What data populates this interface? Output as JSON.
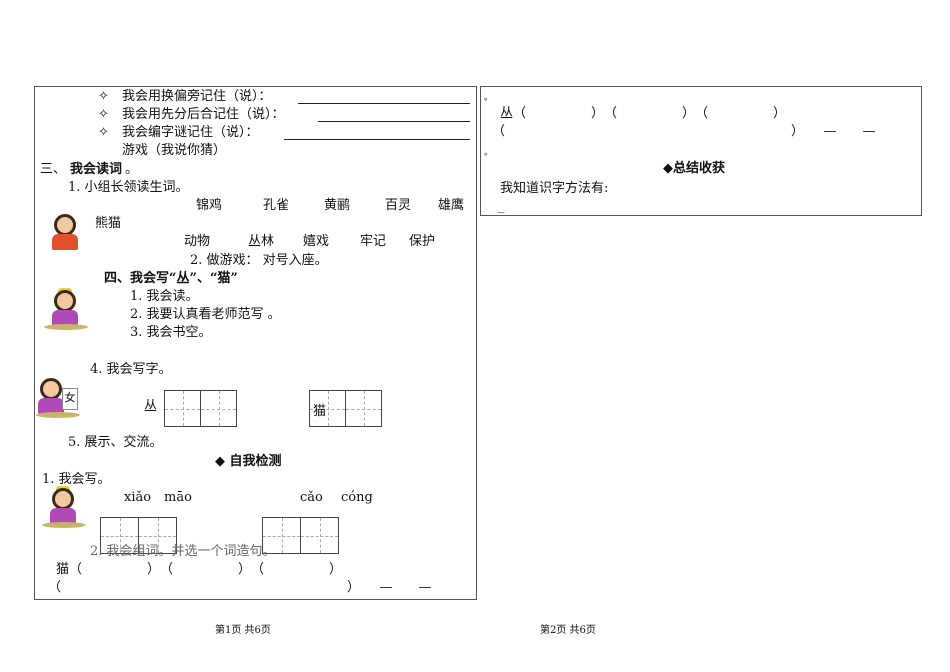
{
  "page1": {
    "bullets": [
      "我会用换偏旁记住（说）：",
      "我会用先分后合记住（说）：",
      "我会编字谜记住（说）："
    ],
    "bullet_icon": "✧",
    "game": "游戏（我说你猜）",
    "sec3_num": "三、",
    "sec3_title": "我会读词",
    "sec3_end": "。",
    "sec3_item1": "1. 小组长领读生词。",
    "words_row1": [
      "锦鸡",
      "孔雀",
      "黄鹂",
      "百灵",
      "雄鹰"
    ],
    "words_row1_wrap": "熊猫",
    "words_row2": [
      "动物",
      "丛林",
      "嬉戏",
      "牢记",
      "保护"
    ],
    "sec3_item2": "2. 做游戏：  对号入座。",
    "sec4_title": "四、我会写“丛”、“猫”",
    "sec4_items": [
      "1. 我会读。",
      "2. 我要认真看老师范写 。",
      "3.  我会书空。",
      "4. 我会写字。"
    ],
    "write_chars": [
      "丛",
      "猫"
    ],
    "card_char": "女",
    "sec4_item5": "5. 展示、交流。",
    "self_check": "◆  自我检测",
    "check1": "1.  我会写。",
    "pinyin": [
      "xiǎo",
      "māo",
      "cǎo",
      "cóng"
    ],
    "check2": "2.  我会组词。并选一个词造句。",
    "mao_words": "猫（　　　　　）　（　　　　　）　（　　　　　）",
    "sentence_line": "（　　　　　　　　　　　　　　　　　　　　　　）　　—　　—"
  },
  "page2": {
    "dot": "。",
    "cong_words": "丛（　　　　　）　（　　　　　）　（　　　　　）",
    "sentence_line": "（　　　　　　　　　　　　　　　　　　　　　　）　　—　　—",
    "summary_title": "◆总结收获",
    "summary_text": "我知道识字方法有:",
    "underscore": "_"
  },
  "footer": {
    "p1": "第1页   共6页",
    "p2": "第2页         共6页"
  }
}
